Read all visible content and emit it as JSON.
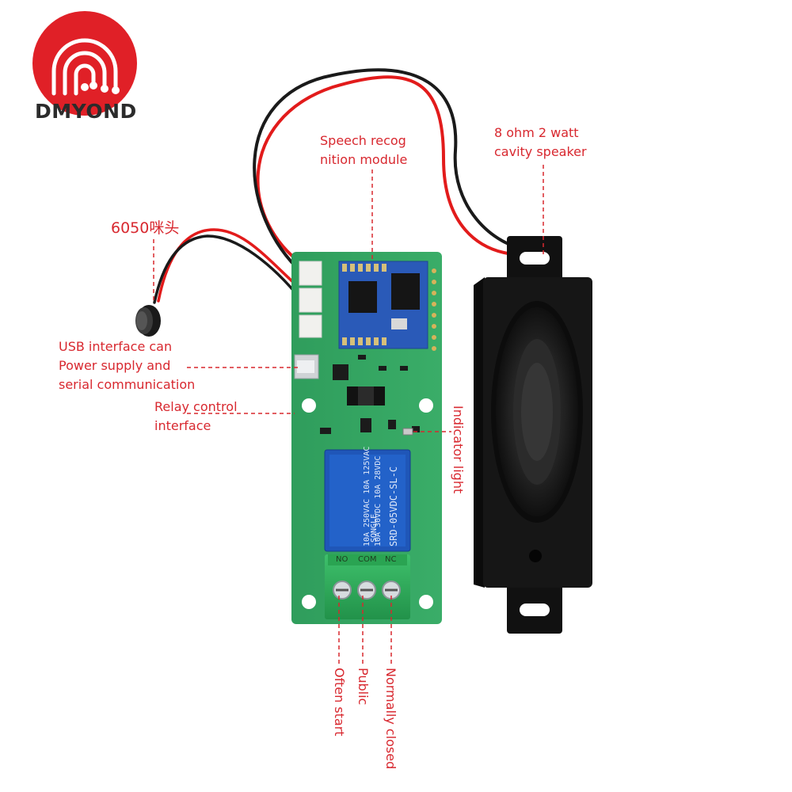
{
  "brand": {
    "name": "DMYOND",
    "color": "#e02027"
  },
  "labels": {
    "speech_module": [
      "Speech recog",
      "nition module"
    ],
    "speaker": [
      "8 ohm 2 watt",
      "cavity speaker"
    ],
    "mic": "6050咪头",
    "usb": [
      "USB interface can",
      "Power supply and",
      "serial communication"
    ],
    "relay_control": [
      "Relay control",
      "interface"
    ],
    "indicator": "Indicator light",
    "often_start": "Often start",
    "public": "Public",
    "normally_closed": "Normally closed"
  },
  "relay": {
    "model": "SRD-05VDC-SL-C",
    "rating1": "10A 250VAC  10A 125VAC",
    "rating2": "10A  30VDC  10A  28VDC",
    "brand": "SONGLE"
  },
  "terminals": [
    "NO",
    "COM",
    "NC"
  ],
  "colors": {
    "annotation": "#d8282f",
    "pcb": "#2e9a5a",
    "relay": "#1f56b8",
    "speaker": "#141414"
  }
}
